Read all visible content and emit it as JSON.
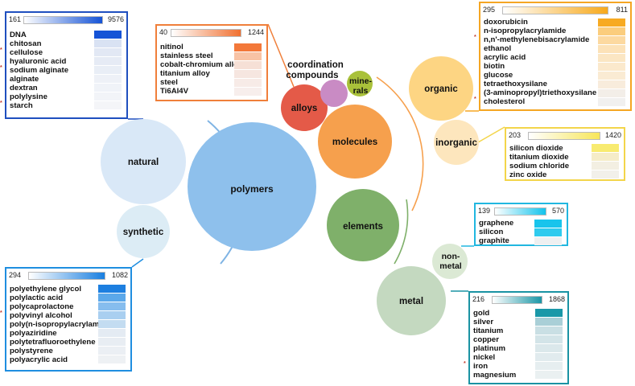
{
  "categories": {
    "polymers": "polymers",
    "natural": "natural",
    "synthetic": "synthetic",
    "alloys": "alloys",
    "coordination_compounds_line1": "coordination",
    "coordination_compounds_line2": "compounds",
    "minerals_line1": "mine-",
    "minerals_line2": "rals",
    "molecules": "molecules",
    "elements": "elements",
    "organic": "organic",
    "inorganic": "inorganic",
    "nonmetal_line1": "non-",
    "nonmetal_line2": "metal",
    "metal": "metal"
  },
  "colors": {
    "polymers": "#8ec0ec",
    "natural": "#d9e8f7",
    "synthetic": "#dcecf5",
    "alloys": "#e45a48",
    "coordination": "#c98bc4",
    "minerals": "#a9c13a",
    "molecules": "#f6a04d",
    "elements": "#7fb06a",
    "organic": "#fdd583",
    "inorganic": "#fde6bd",
    "nonmetal": "#dbe9d4",
    "metal": "#c4d9c0",
    "arc_polymers": "#7fb4e4",
    "arc_molecules": "#f6a04d",
    "arc_elements": "#7fb06a"
  },
  "panels": {
    "natural": {
      "min": "161",
      "max": "9576",
      "border": "#1f4fbf",
      "grad_to": "#1553d6",
      "items": [
        "DNA",
        "chitosan",
        "cellulose",
        "hyaluronic acid",
        "sodium alginate",
        "alginate",
        "dextran",
        "polylysine",
        "starch"
      ],
      "cells": [
        "#1553d6",
        "#d9e2f3",
        "#e2e8f4",
        "#e6ebf5",
        "#e9eef6",
        "#eef1f7",
        "#f0f3f8",
        "#f2f4f8",
        "#f4f5f8"
      ],
      "stars": [
        false,
        false,
        true,
        false,
        true,
        false,
        false,
        false,
        true
      ]
    },
    "alloys": {
      "min": "40",
      "max": "1244",
      "border": "#f07f3a",
      "grad_to": "#f07030",
      "items": [
        "nitinol",
        "stainless steel",
        "cobalt-chromium alloy",
        "titanium alloy",
        "steel",
        "Ti6Al4V"
      ],
      "cells": [
        "#f3783a",
        "#f8c3a5",
        "#f6e0d6",
        "#f6e6e0",
        "#f7ebe7",
        "#f7eeec"
      ],
      "stars": [
        false,
        false,
        false,
        false,
        false,
        false
      ]
    },
    "organic": {
      "min": "295",
      "max": "811",
      "border": "#f5a623",
      "grad_to": "#f7a91b",
      "items": [
        "doxorubicin",
        "n-isopropylacrylamide",
        "n,n'-methylenebisacrylamide",
        "ethanol",
        "acrylic acid",
        "biotin",
        "glucose",
        "tetraethoxysilane",
        "(3-aminopropyl)triethoxysilane",
        "cholesterol"
      ],
      "cells": [
        "#f7aa22",
        "#fbcd7d",
        "#fcd9a0",
        "#fce2b8",
        "#fbe6c3",
        "#fbe9cc",
        "#faebd3",
        "#f8ecdc",
        "#f3eee8",
        "#f1f0ef"
      ],
      "stars": [
        false,
        false,
        true,
        false,
        false,
        false,
        false,
        false,
        false,
        true
      ]
    },
    "inorganic": {
      "min": "203",
      "max": "1420",
      "border": "#f3d54a",
      "grad_to": "#f7e65a",
      "items": [
        "silicon dioxide",
        "titanium dioxide",
        "sodium chloride",
        "zinc oxide"
      ],
      "cells": [
        "#f8eb70",
        "#f5ecc8",
        "#f3efe2",
        "#f2f0ea"
      ],
      "stars": [
        false,
        false,
        false,
        false
      ]
    },
    "nonmetal": {
      "min": "139",
      "max": "570",
      "border": "#21b7e0",
      "grad_to": "#12c3ec",
      "items": [
        "graphene",
        "silicon",
        "graphite"
      ],
      "cells": [
        "#18c4ec",
        "#2fcbee",
        "#eef0f1"
      ],
      "stars": [
        false,
        false,
        false
      ]
    },
    "synthetic": {
      "min": "294",
      "max": "1082",
      "border": "#1f8ee0",
      "grad_to": "#1a7fe0",
      "items": [
        "polyethylene glycol",
        "polylactic acid",
        "polycaprolactone",
        "polyvinyl alcohol",
        "poly(n-isopropylacrylamide)",
        "polyaziridine",
        "polytetrafluoroethylene",
        "polystyrene",
        "polyacrylic acid"
      ],
      "cells": [
        "#1d7fe0",
        "#5ba8ea",
        "#86bdee",
        "#a9cff0",
        "#c3dcf1",
        "#e4ebf3",
        "#e8edf3",
        "#ebeff4",
        "#eef1f4"
      ],
      "stars": [
        false,
        false,
        false,
        true,
        false,
        false,
        false,
        false,
        false
      ]
    },
    "metal": {
      "min": "216",
      "max": "1868",
      "border": "#1a93a3",
      "grad_to": "#1a96a6",
      "items": [
        "gold",
        "silver",
        "titanium",
        "copper",
        "platinum",
        "nickel",
        "iron",
        "magnesium"
      ],
      "cells": [
        "#1a98a8",
        "#a9cfd7",
        "#c9dfe4",
        "#d3e4e8",
        "#dbe8eb",
        "#e1ebee",
        "#e6eef0",
        "#eaf0f1"
      ],
      "stars": [
        false,
        false,
        false,
        false,
        false,
        false,
        true,
        false
      ]
    }
  }
}
